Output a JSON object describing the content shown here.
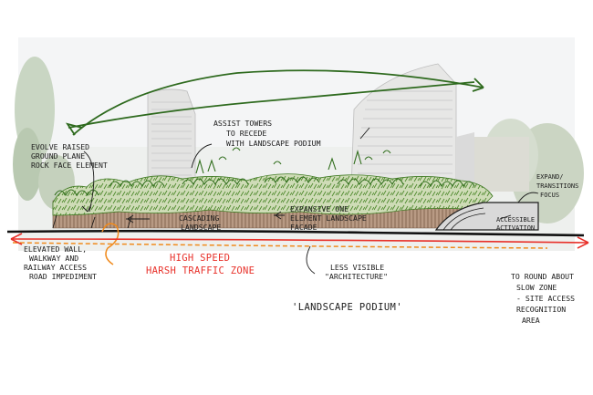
{
  "annotations": {
    "evolve_raised": [
      "EVOLVE RAISED",
      "GROUND PLANE",
      "ROCK FACE ELEMENT"
    ],
    "assist_towers": [
      "ASSIST TOWERS",
      "TO RECEDE",
      "WITH LANDSCAPE PODIUM"
    ],
    "expand_transitions": [
      "EXPAND/",
      "TRANSITIONS",
      "FOCUS"
    ],
    "cascading_landscape": [
      "CASCADING",
      "LANDSCAPE"
    ],
    "expansive_one_element": [
      "EXPANSIVE ONE",
      "ELEMENT LANDSCAPE",
      "FACADE"
    ],
    "accessible_activation": [
      "ACCESSIBLE",
      "ACTIVATION"
    ],
    "elevated_wall": [
      "ELEVATED WALL,",
      "WALKWAY AND",
      "RAILWAY ACCESS",
      "ROAD  IMPEDIMENT"
    ],
    "high_speed": [
      "HIGH SPEED",
      "HARSH TRAFFIC ZONE"
    ],
    "less_visible": [
      "LESS VISIBLE",
      "\"ARCHITECTURE\""
    ],
    "roundabout": [
      "TO ROUND ABOUT",
      "SLOW ZONE",
      "- SITE ACCESS",
      "RECOGNITION",
      "AREA"
    ],
    "landscape_podium": "'LANDSCAPE PODIUM'"
  },
  "colors": {
    "sketch_green": "#2e6a1e",
    "foliage_green": "#5c9a3a",
    "traffic_red": "#e8312a",
    "zone_orange": "#f08a1c",
    "building_grey": "#e6e6e4",
    "podium_brown": "#a58a74"
  }
}
